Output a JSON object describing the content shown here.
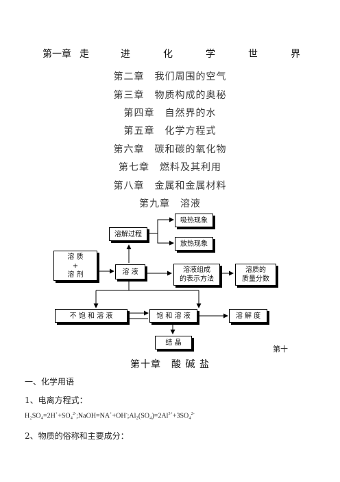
{
  "chapter1": {
    "prefix": "第一章",
    "chars": [
      "走",
      "进",
      "化",
      "学",
      "世",
      "界"
    ]
  },
  "toc": [
    "第二章　我们周围的空气",
    "第三章　物质构成的奥秘",
    "第四章　自然界的水",
    "第五章　化学方程式",
    "第六章　碳和碳的氧化物",
    "第七章　燃料及其利用",
    "第八章　金属和金属材料",
    "第九章　溶液"
  ],
  "diagram": {
    "dissolution_process": "溶解过程",
    "endothermic": "吸热现象",
    "exothermic": "放热现象",
    "solute_line1": "溶 质",
    "solute_plus": "+",
    "solute_line2": "溶 剂",
    "solution": "溶 液",
    "composition_line1": "溶液组成",
    "composition_line2": "的表示方法",
    "mass_fraction_line1": "溶质的",
    "mass_fraction_line2": "质量分数",
    "unsaturated": "不 饱 和 溶 液",
    "saturated": "饱 和 溶 液",
    "solubility": "溶 解 度",
    "crystallization": "结 晶"
  },
  "side_note": "第十",
  "chapter10": "第十章　酸 碱 盐",
  "section1": "一、化学用语",
  "item1": "1、电离方程式：",
  "formula_parts": {
    "h2so4": "H₂SO₄=2H",
    "plus1": "+",
    "so4a": "+SO₄",
    "charge2m": "2-",
    "naoh": ";NaOH=NA",
    "plus2": "+",
    "oh": "+OH",
    "minus": "-",
    "al": ";Al₂(SO₄)=2Al",
    "charge3p": "3+",
    "so4b": "+3SO₄",
    "charge2m2": "2-"
  },
  "item2": "2、物质的俗称和主要成分："
}
